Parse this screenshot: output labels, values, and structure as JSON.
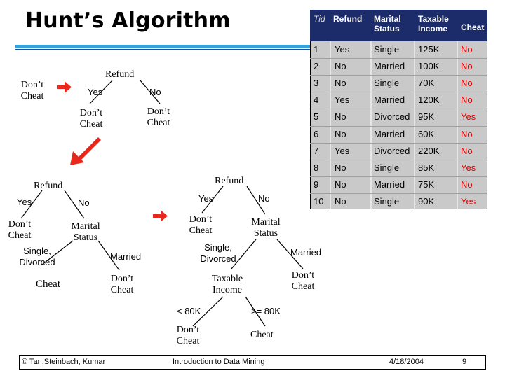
{
  "title": "Hunt’s Algorithm",
  "labels": {
    "dont_cheat": "Don’t Cheat",
    "cheat": "Cheat",
    "refund": "Refund",
    "marital_status": "Marital Status",
    "taxable_income": "Taxable Income",
    "yes": "Yes",
    "no": "No",
    "single_divorced": "Single, Divorced",
    "married": "Married",
    "lt80": "< 80K",
    "ge80": ">= 80K"
  },
  "table": {
    "headers": [
      "Tid",
      "Refund",
      "Marital Status",
      "Taxable Income",
      "Cheat"
    ],
    "rows": [
      [
        "1",
        "Yes",
        "Single",
        "125K",
        "No"
      ],
      [
        "2",
        "No",
        "Married",
        "100K",
        "No"
      ],
      [
        "3",
        "No",
        "Single",
        "70K",
        "No"
      ],
      [
        "4",
        "Yes",
        "Married",
        "120K",
        "No"
      ],
      [
        "5",
        "No",
        "Divorced",
        "95K",
        "Yes"
      ],
      [
        "6",
        "No",
        "Married",
        "60K",
        "No"
      ],
      [
        "7",
        "Yes",
        "Divorced",
        "220K",
        "No"
      ],
      [
        "8",
        "No",
        "Single",
        "85K",
        "Yes"
      ],
      [
        "9",
        "No",
        "Married",
        "75K",
        "No"
      ],
      [
        "10",
        "No",
        "Single",
        "90K",
        "Yes"
      ]
    ]
  },
  "footer": {
    "copyright": "© Tan,Steinbach, Kumar",
    "course": "Introduction to Data Mining",
    "date": "4/18/2004",
    "page": "9"
  },
  "colors": {
    "arrow": "#e8281c",
    "table_header": "#1c2c6a",
    "table_body": "#c9c9c9",
    "cheat_text": "#e00000",
    "title_bar": "#3aa0d8"
  }
}
